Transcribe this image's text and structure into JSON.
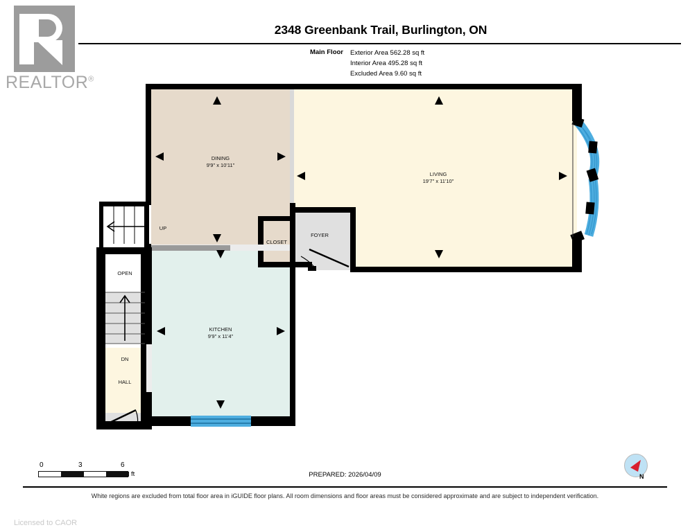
{
  "logo": {
    "wordmark": "REALTOR",
    "registered": "®",
    "name": "realtor-logo"
  },
  "header": {
    "title": "2348 Greenbank Trail, Burlington, ON",
    "floor_label": "Main Floor",
    "areas": [
      "Exterior Area 562.28 sq ft",
      "Interior Area 495.28 sq ft",
      "Excluded Area 9.60 sq ft"
    ]
  },
  "rooms": [
    {
      "key": "dining",
      "name": "DINING",
      "dims": "9'9\" x 10'11\"",
      "fill": "#e6dacb"
    },
    {
      "key": "living",
      "name": "LIVING",
      "dims": "19'7\" x 11'10\"",
      "fill": "#fdf6e0"
    },
    {
      "key": "kitchen",
      "name": "KITCHEN",
      "dims": "9'9\" x 11'4\"",
      "fill": "#e2f0ec"
    },
    {
      "key": "closet",
      "name": "CLOSET",
      "dims": "",
      "fill": "#e6dacb"
    },
    {
      "key": "foyer",
      "name": "FOYER",
      "dims": "",
      "fill": "#e0e0e0"
    },
    {
      "key": "hall",
      "name": "HALL",
      "dims": "",
      "fill": "#fdf6e0"
    }
  ],
  "markers": {
    "up": "UP",
    "dn": "DN",
    "open": "OPEN"
  },
  "scale": {
    "ticks": [
      "0",
      "3",
      "6"
    ],
    "unit": "ft"
  },
  "footer": {
    "prepared": "PREPARED: 2026/04/09",
    "disclaimer": "White regions are excluded from total floor area in iGUIDE floor plans. All room dimensions and floor areas must be considered approximate and are subject to independent verification.",
    "licensed": "Licensed to CAOR"
  },
  "compass": {
    "label": "N"
  },
  "colors": {
    "wall": "#000000",
    "window": "#4eaee0",
    "interior_wall": "#9a9a9a",
    "excluded": "#ffffff",
    "foyer_gray": "#e0e0e0"
  }
}
